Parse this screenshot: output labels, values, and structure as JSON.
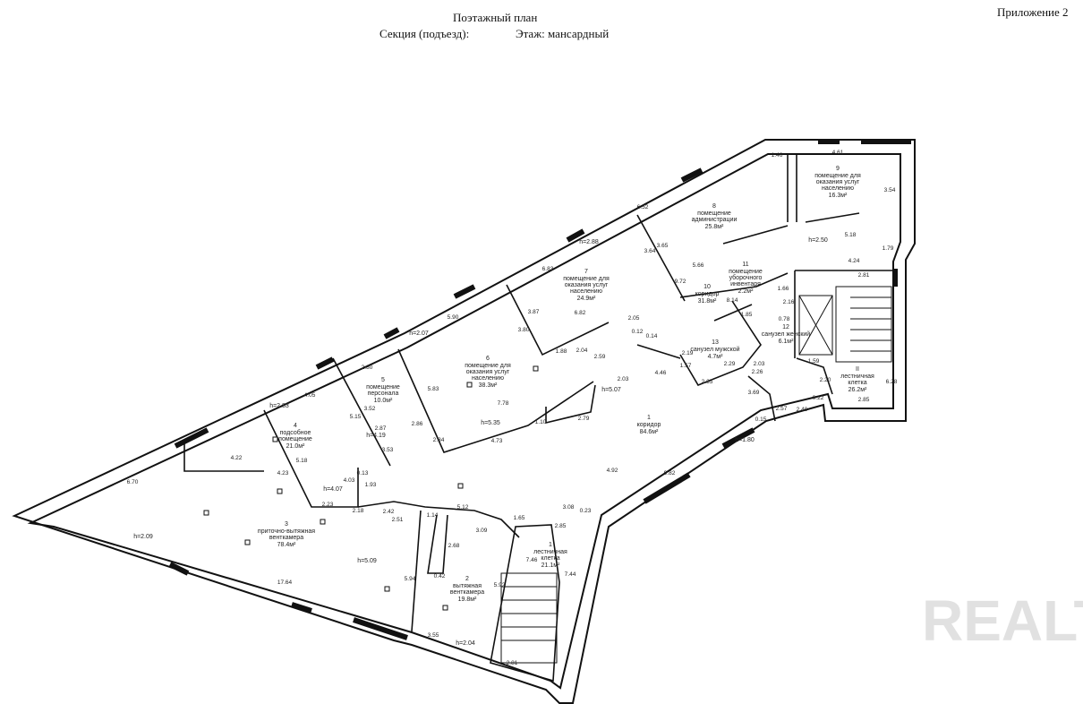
{
  "header": {
    "title": "Поэтажный план",
    "section": "Секция (подъезд):",
    "floor": "Этаж: мансардный",
    "appendix": "Приложение 2"
  },
  "watermark": "REALT",
  "rooms": [
    {
      "id": "1",
      "name": "коридор",
      "area": "84.6м²"
    },
    {
      "id": "1",
      "name": "лестничная клетка",
      "area": "21.1м²"
    },
    {
      "id": "2",
      "name": "вытяжная венткамера",
      "area": "19.8м²"
    },
    {
      "id": "3",
      "name": "приточно-вытяжная венткамера",
      "area": "78.4м²"
    },
    {
      "id": "4",
      "name": "подсобное помещение",
      "area": "21.0м²"
    },
    {
      "id": "5",
      "name": "помещение персонала",
      "area": "10.0м²"
    },
    {
      "id": "6",
      "name": "помещение для оказания услуг населению",
      "area": "38.3м²"
    },
    {
      "id": "7",
      "name": "помещение для оказания услуг населению",
      "area": "24.9м²"
    },
    {
      "id": "8",
      "name": "помещение администрации",
      "area": "25.8м²"
    },
    {
      "id": "9",
      "name": "помещение для оказания услуг населению",
      "area": "16.3м²"
    },
    {
      "id": "10",
      "name": "коридор",
      "area": "31.8м²"
    },
    {
      "id": "11",
      "name": "помещение уборочного инвентаря",
      "area": "2.2м²"
    },
    {
      "id": "12",
      "name": "санузел женский",
      "area": "6.1м²"
    },
    {
      "id": "13",
      "name": "санузел мужской",
      "area": "4.7м²"
    },
    {
      "id": "II",
      "name": "лестничная клетка",
      "area": "26.2м²"
    }
  ],
  "heights": [
    "h=2.09",
    "h=5.09",
    "h=2.04",
    "h=2.83",
    "h=4.07",
    "h=4.19",
    "h=2.07",
    "h=5.35",
    "h=5.07",
    "h=2.88",
    "h=2.50",
    "h=1.80"
  ],
  "dimensions": [
    "6.70",
    "17.64",
    "3.55",
    "2.81",
    "4.22",
    "5.18",
    "4.23",
    "4.05",
    "2.80",
    "5.15",
    "3.52",
    "2.87",
    "2.86",
    "3.53",
    "5.90",
    "5.83",
    "2.34",
    "4.73",
    "7.78",
    "1.10",
    "2.79",
    "6.83",
    "3.87",
    "3.80",
    "1.88",
    "2.04",
    "2.59",
    "6.82",
    "2.05",
    "6.52",
    "3.65",
    "3.64",
    "5.66",
    "9.72",
    "1.46",
    "4.61",
    "3.54",
    "5.18",
    "1.79",
    "4.24",
    "2.81",
    "6.28",
    "2.85",
    "0.22",
    "1.59",
    "2.20",
    "1.66",
    "2.16",
    "0.78",
    "1.85",
    "8.14",
    "2.03",
    "2.26",
    "3.69",
    "2.57",
    "2.40",
    "9.82",
    "4.92",
    "3.08",
    "0.23",
    "2.85",
    "7.46",
    "7.44",
    "5.92",
    "5.94",
    "0.42",
    "2.68",
    "1.14",
    "5.12",
    "2.51",
    "3.09",
    "1.65",
    "2.42",
    "2.23",
    "2.18",
    "4.03",
    "1.93",
    "2.35",
    "2.19",
    "1.57",
    "2.29",
    "4.46",
    "2.03",
    "0.15",
    "0.13",
    "0.14",
    "0.12"
  ]
}
